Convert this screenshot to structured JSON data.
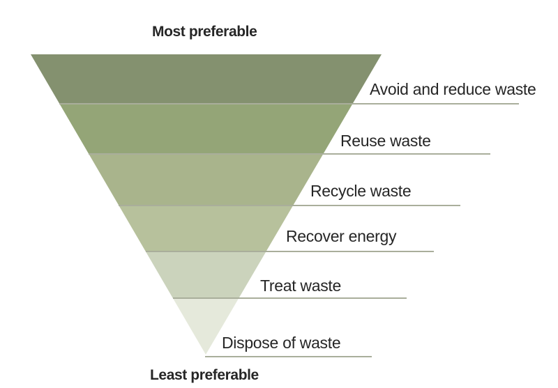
{
  "diagram": {
    "top_label": "Most preferable",
    "bottom_label": "Least preferable",
    "levels": [
      {
        "label": "Avoid and reduce waste",
        "color": "#84916F"
      },
      {
        "label": "Reuse waste",
        "color": "#94A577"
      },
      {
        "label": "Recycle waste",
        "color": "#A9B48C"
      },
      {
        "label": "Recover energy",
        "color": "#B7C19C"
      },
      {
        "label": "Treat waste",
        "color": "#CBD3BC"
      },
      {
        "label": "Dispose of waste",
        "color": "#E5E9DB"
      }
    ],
    "line_color": "#A9AE9B",
    "text_color": "#262626",
    "background": "#FFFFFF"
  }
}
